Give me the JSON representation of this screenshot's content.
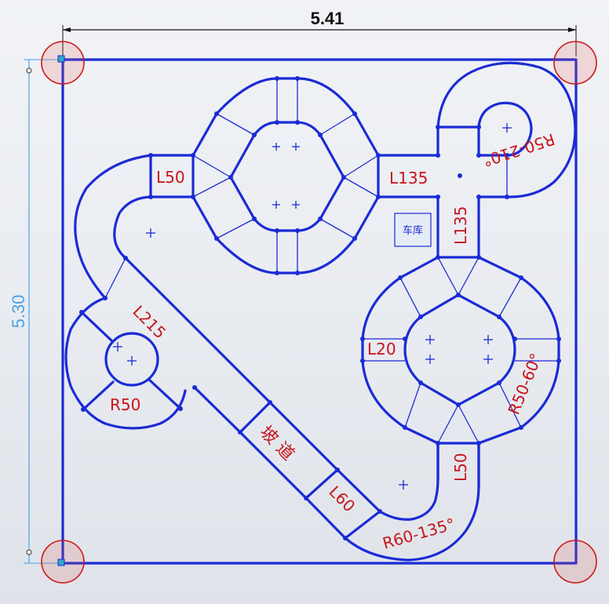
{
  "dimensions": {
    "width_label": "5.41",
    "height_label": "5.30"
  },
  "notes": {
    "l50_top": "L50",
    "l135_horizontal": "L135",
    "l135_vertical": "L135",
    "r50_210": "R50-210°",
    "l215": "L215",
    "r50": "R50",
    "ramp": "坡 道",
    "l60": "L60",
    "r60_135": "R60-135°",
    "l50_vertical": "L50",
    "l20": "L20",
    "r50_60": "R50-60°"
  },
  "stamp": {
    "label": "车库"
  },
  "colors": {
    "track": "#1b2bd6",
    "annotation": "#c8141b",
    "vertical_dimension": "#4aa3e8",
    "horizontal_dimension": "#111111"
  }
}
